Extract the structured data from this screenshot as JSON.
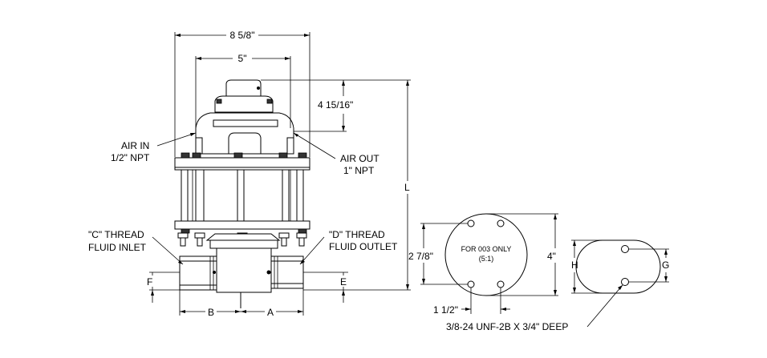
{
  "dimensions": {
    "overall_width": "8 5/8\"",
    "body_width": "5\"",
    "top_height": "4 15/16\"",
    "overall_height": "L",
    "inlet_height": "F",
    "outlet_height": "E",
    "inlet_offset": "B",
    "outlet_offset": "A"
  },
  "callouts": {
    "air_in_1": "AIR IN",
    "air_in_2": "1/2\" NPT",
    "air_out_1": "AIR OUT",
    "air_out_2": "1\" NPT",
    "c_thread_1": "\"C\" THREAD",
    "c_thread_2": "FLUID INLET",
    "d_thread_1": "\"D\" THREAD",
    "d_thread_2": "FLUID OUTLET"
  },
  "bolt_pattern": {
    "note_1": "FOR 003 ONLY",
    "note_2": "(5:1)",
    "height": "2 7/8\"",
    "diameter": "4\"",
    "spacing": "1 1/2\""
  },
  "mount_view": {
    "height": "H",
    "spacing": "G",
    "thread_note": "3/8-24 UNF-2B X 3/4\" DEEP"
  }
}
